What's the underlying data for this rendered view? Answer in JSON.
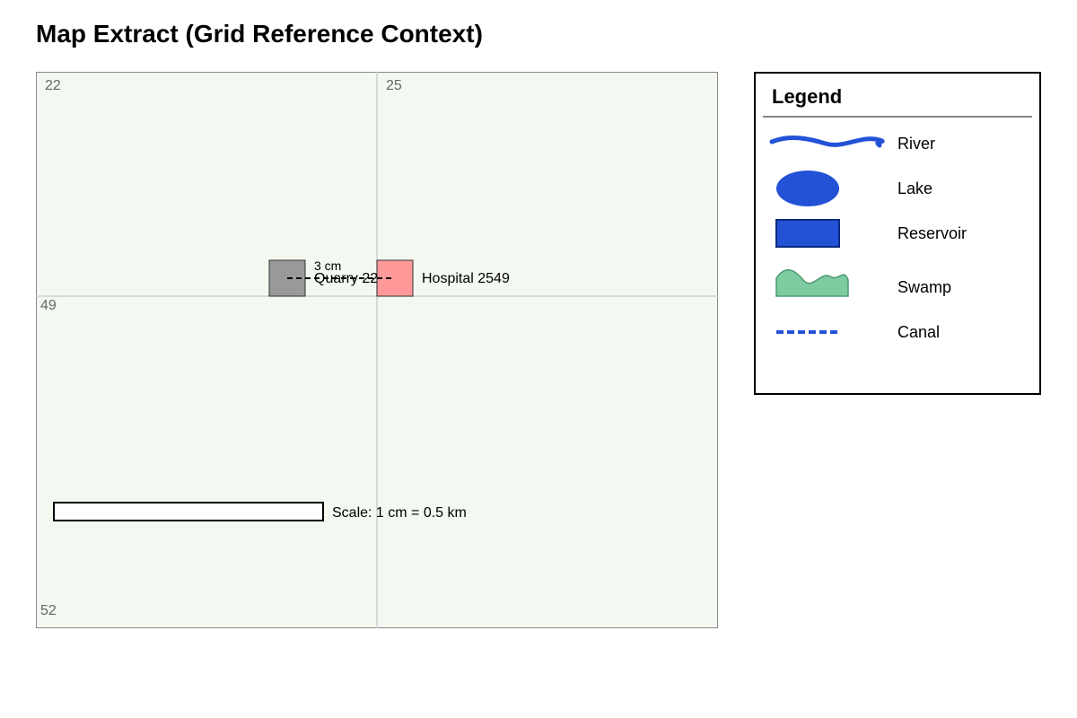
{
  "title": "Map Extract (Grid Reference Context)",
  "map": {
    "background_color": "#f3f8f1",
    "grid": {
      "easting_labels": [
        "22",
        "25"
      ],
      "northing_labels": [
        "49",
        "52"
      ]
    },
    "features": {
      "quarry": {
        "label": "Quarry 22",
        "color": "#999999"
      },
      "hospital": {
        "label": "Hospital 2549",
        "color": "#ff9999"
      }
    },
    "distance_label": "3 cm",
    "scale_label": "Scale: 1 cm = 0.5 km"
  },
  "legend": {
    "title": "Legend",
    "items": [
      {
        "label": "River",
        "icon": "river-icon",
        "color": "#2452d6"
      },
      {
        "label": "Lake",
        "icon": "lake-icon",
        "color": "#2452d6"
      },
      {
        "label": "Reservoir",
        "icon": "reservoir-icon",
        "color": "#2452d6"
      },
      {
        "label": "Swamp",
        "icon": "swamp-icon",
        "color": "#7ecba1"
      },
      {
        "label": "Canal",
        "icon": "canal-icon",
        "color": "#2452d6"
      }
    ]
  }
}
